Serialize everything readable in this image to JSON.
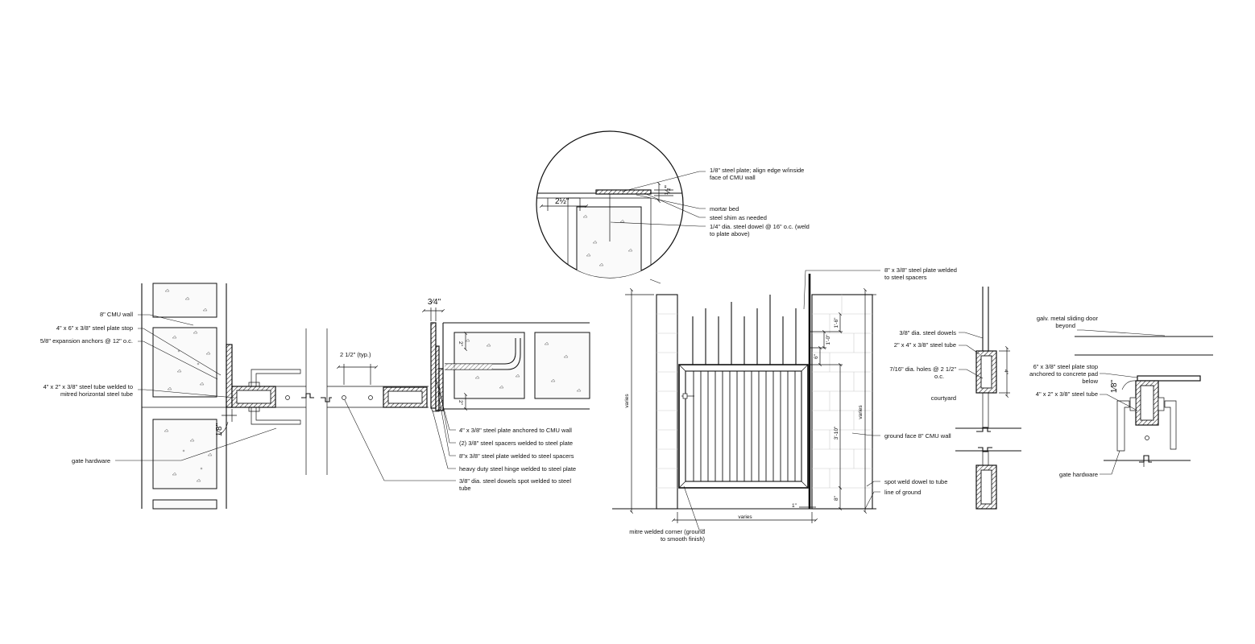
{
  "drawing": {
    "plan_detail": {
      "labels": {
        "cmu_wall": "8\" CMU wall",
        "plate_stop": "4\" x 6\" x 3/8\"  steel plate stop",
        "expansion_anchors": "5/8\" expansion anchors @ 12\" o.c.",
        "steel_tube_1": "4\" x 2\" x 3/8\" steel tube welded to",
        "steel_tube_2": "mitred horizontal steel tube",
        "gate_hardware": "gate hardware",
        "anchored_plate": "4\" x 3/8\" steel plate anchored to CMU wall",
        "spacers": "(2)  3/8\" steel spacers welded to steel plate",
        "plate_welded": "8\"x 3/8\" steel plate welded to steel spacers",
        "hinge": "heavy duty steel hinge welded to steel plate",
        "dowels_1": "3/8\" dia. steel dowels spot welded to steel",
        "dowels_2": "tube"
      },
      "dims": {
        "eighth": "1⁄8\"",
        "three_quarter": "3⁄4\"",
        "spacing": "2 1/2\" (typ.)",
        "two_in_a": "2\"",
        "two_in_b": "2\""
      }
    },
    "callout_detail": {
      "labels": {
        "plate_1": "1/8\" steel plate; align edge w/inside",
        "plate_2": "face of CMU wall",
        "mortar": "mortar bed",
        "shim": "steel shim as needed",
        "dowel_1": "1/4\" dia. steel dowel @ 16\" o.c. (weld",
        "dowel_2": "to plate above)"
      },
      "dims": {
        "two_half": "2½\"",
        "half": "½\""
      }
    },
    "elevation": {
      "labels": {
        "plate_welded_1": "8\" x 3/8\" steel plate welded",
        "plate_welded_2": "to steel spacers",
        "ground_face": "ground face 8\" CMU wall",
        "spot_weld": "spot weld dowel to tube",
        "line_of_ground": "line of ground",
        "mitre_1": "mitre welded corner (ground",
        "mitre_2": "to smooth finish)"
      },
      "dims": {
        "varies_left": "varies",
        "varies_right": "varies",
        "varies_bottom": "varies",
        "one_six": "1'-6\"",
        "one_zero": "1'-0\"",
        "six": "6\"",
        "three_ten": "3'-10\"",
        "eight": "8\"",
        "one": "1\""
      }
    },
    "tube_section": {
      "labels": {
        "dowels": "3/8\" dia. steel dowels",
        "tube": "2\" x 4\" x 3/8\" steel tube",
        "holes_1": "7/16\" dia. holes @ 2 1/2\"",
        "holes_2": "o.c.",
        "courtyard": "courtyard"
      },
      "dims": {
        "four": "4\""
      }
    },
    "sliding_section": {
      "labels": {
        "door_1": "galv. metal sliding door",
        "door_2": "beyond",
        "stop_1": "6\" x 3/8\" steel plate stop",
        "stop_2": "anchored to concrete pad",
        "stop_3": "below",
        "tube": "4\" x 2\" x 3/8\" steel tube",
        "hardware": "gate hardware"
      },
      "dims": {
        "eighth": "1⁄8\""
      }
    }
  }
}
